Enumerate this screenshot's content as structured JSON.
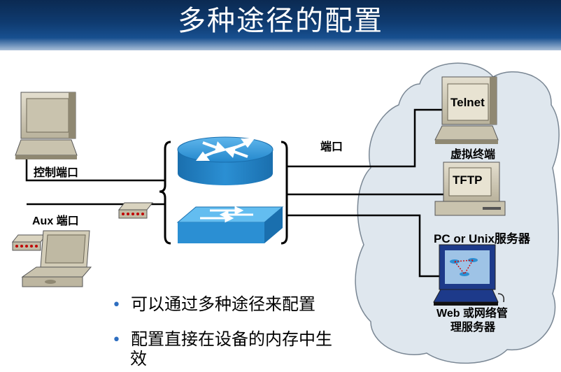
{
  "title": "多种途径的配置",
  "labels": {
    "console_port": "控制端口",
    "aux_port": "Aux 端口",
    "port": "端口",
    "virtual_terminal": "虚拟终端",
    "pc_unix_server": "PC or Unix服务器",
    "web_mgmt_line1": "Web 或网络管",
    "web_mgmt_line2": "理服务器",
    "telnet_screen": "Telnet",
    "tftp_screen": "TFTP"
  },
  "bullets": [
    "可以通过多种途径来配置",
    "配置直接在设备的内存中生",
    "效"
  ],
  "colors": {
    "header_dark": "#0b2a52",
    "cloud_fill": "#dfe7ee",
    "device_blue": "#2b8fd3",
    "bullet": "#2e6ec0"
  }
}
